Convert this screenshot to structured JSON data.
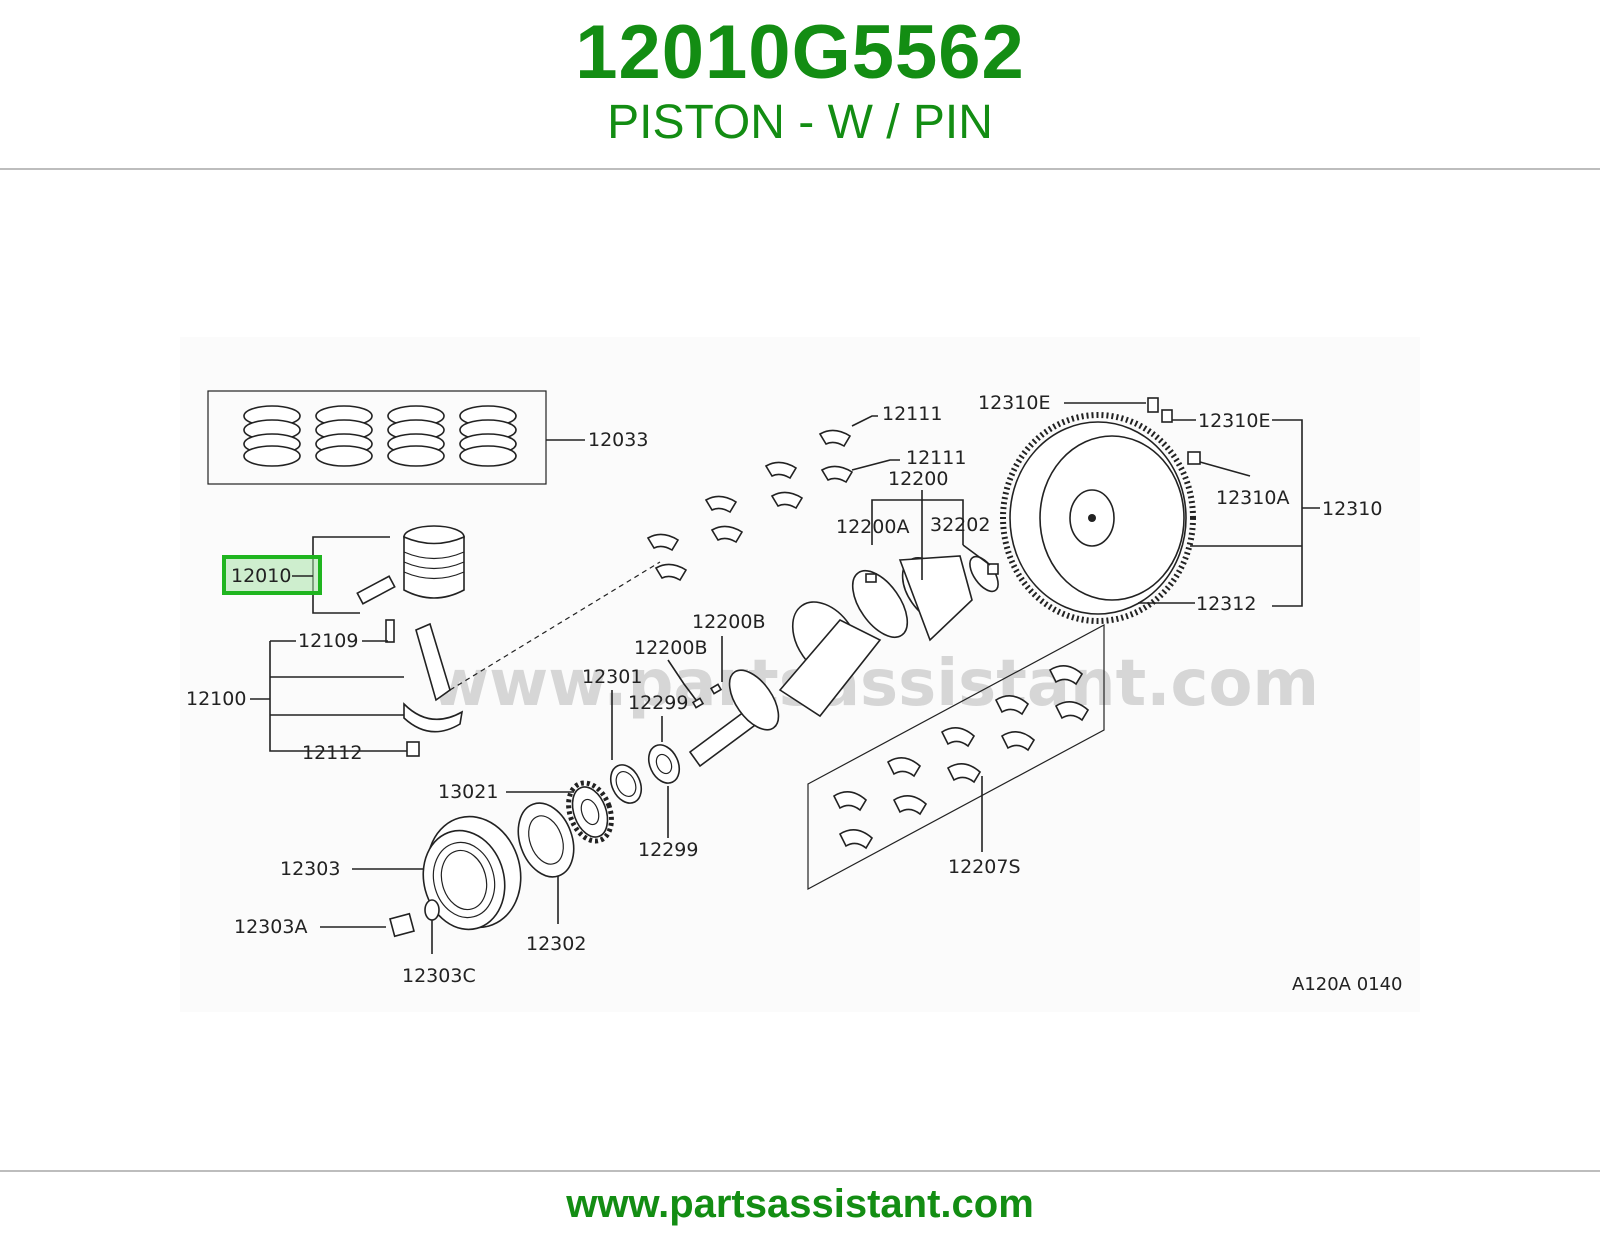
{
  "header": {
    "part_number": "12010G5562",
    "description": "PISTON - W / PIN"
  },
  "diagram": {
    "watermark": "www.partsassistant.com",
    "figure_code": "A120A 0140",
    "highlighted_label": "12010",
    "labels": {
      "l12033": "12033",
      "l12010": "12010",
      "l12109": "12109",
      "l12100": "12100",
      "l12112": "12112",
      "l12111a": "12111",
      "l12111b": "12111",
      "l12200": "12200",
      "l12200A": "12200A",
      "l32202": "32202",
      "l12310E_a": "12310E",
      "l12310E_b": "12310E",
      "l12310A": "12310A",
      "l12310": "12310",
      "l12312": "12312",
      "l12200B_a": "12200B",
      "l12200B_b": "12200B",
      "l12301": "12301",
      "l12299_a": "12299",
      "l12299_b": "12299",
      "l13021": "13021",
      "l12303": "12303",
      "l12303A": "12303A",
      "l12303C": "12303C",
      "l12302": "12302",
      "l12207S": "12207S"
    }
  },
  "footer": {
    "url": "www.partsassistant.com"
  }
}
